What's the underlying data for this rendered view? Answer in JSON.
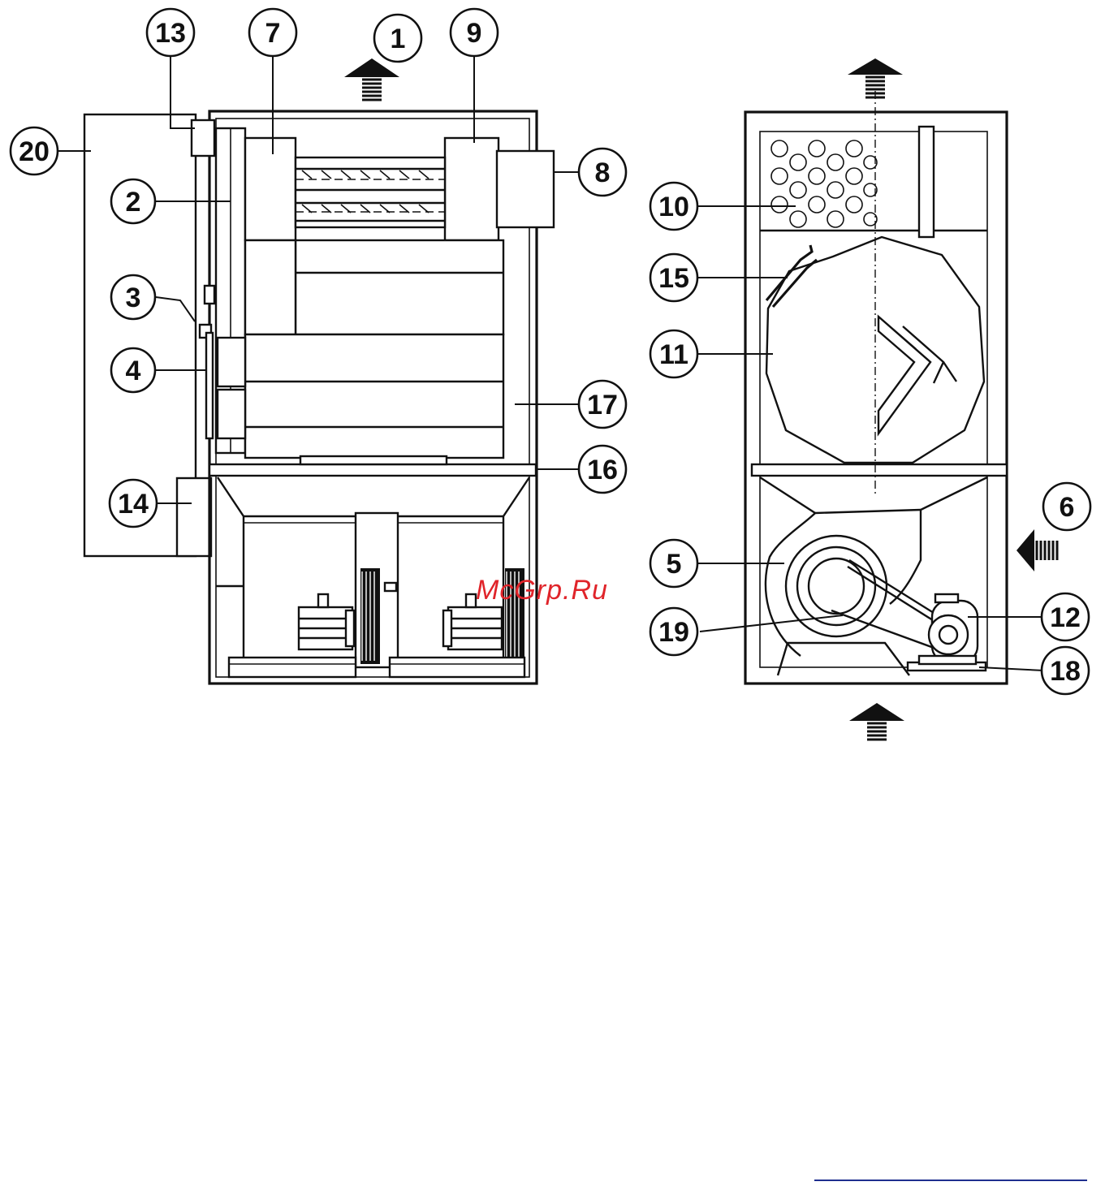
{
  "watermark": "McGrp.Ru",
  "callouts": [
    {
      "id": "1",
      "label": "1"
    },
    {
      "id": "2",
      "label": "2"
    },
    {
      "id": "3",
      "label": "3"
    },
    {
      "id": "4",
      "label": "4"
    },
    {
      "id": "5",
      "label": "5"
    },
    {
      "id": "6",
      "label": "6"
    },
    {
      "id": "7",
      "label": "7"
    },
    {
      "id": "8",
      "label": "8"
    },
    {
      "id": "9",
      "label": "9"
    },
    {
      "id": "10",
      "label": "10"
    },
    {
      "id": "11",
      "label": "11"
    },
    {
      "id": "12",
      "label": "12"
    },
    {
      "id": "13",
      "label": "13"
    },
    {
      "id": "14",
      "label": "14"
    },
    {
      "id": "15",
      "label": "15"
    },
    {
      "id": "16",
      "label": "16"
    },
    {
      "id": "17",
      "label": "17"
    },
    {
      "id": "18",
      "label": "18"
    },
    {
      "id": "19",
      "label": "19"
    },
    {
      "id": "20",
      "label": "20"
    }
  ],
  "colors": {
    "ink": "#111111",
    "watermark": "#e0242a",
    "rule": "#1f2f8f"
  }
}
